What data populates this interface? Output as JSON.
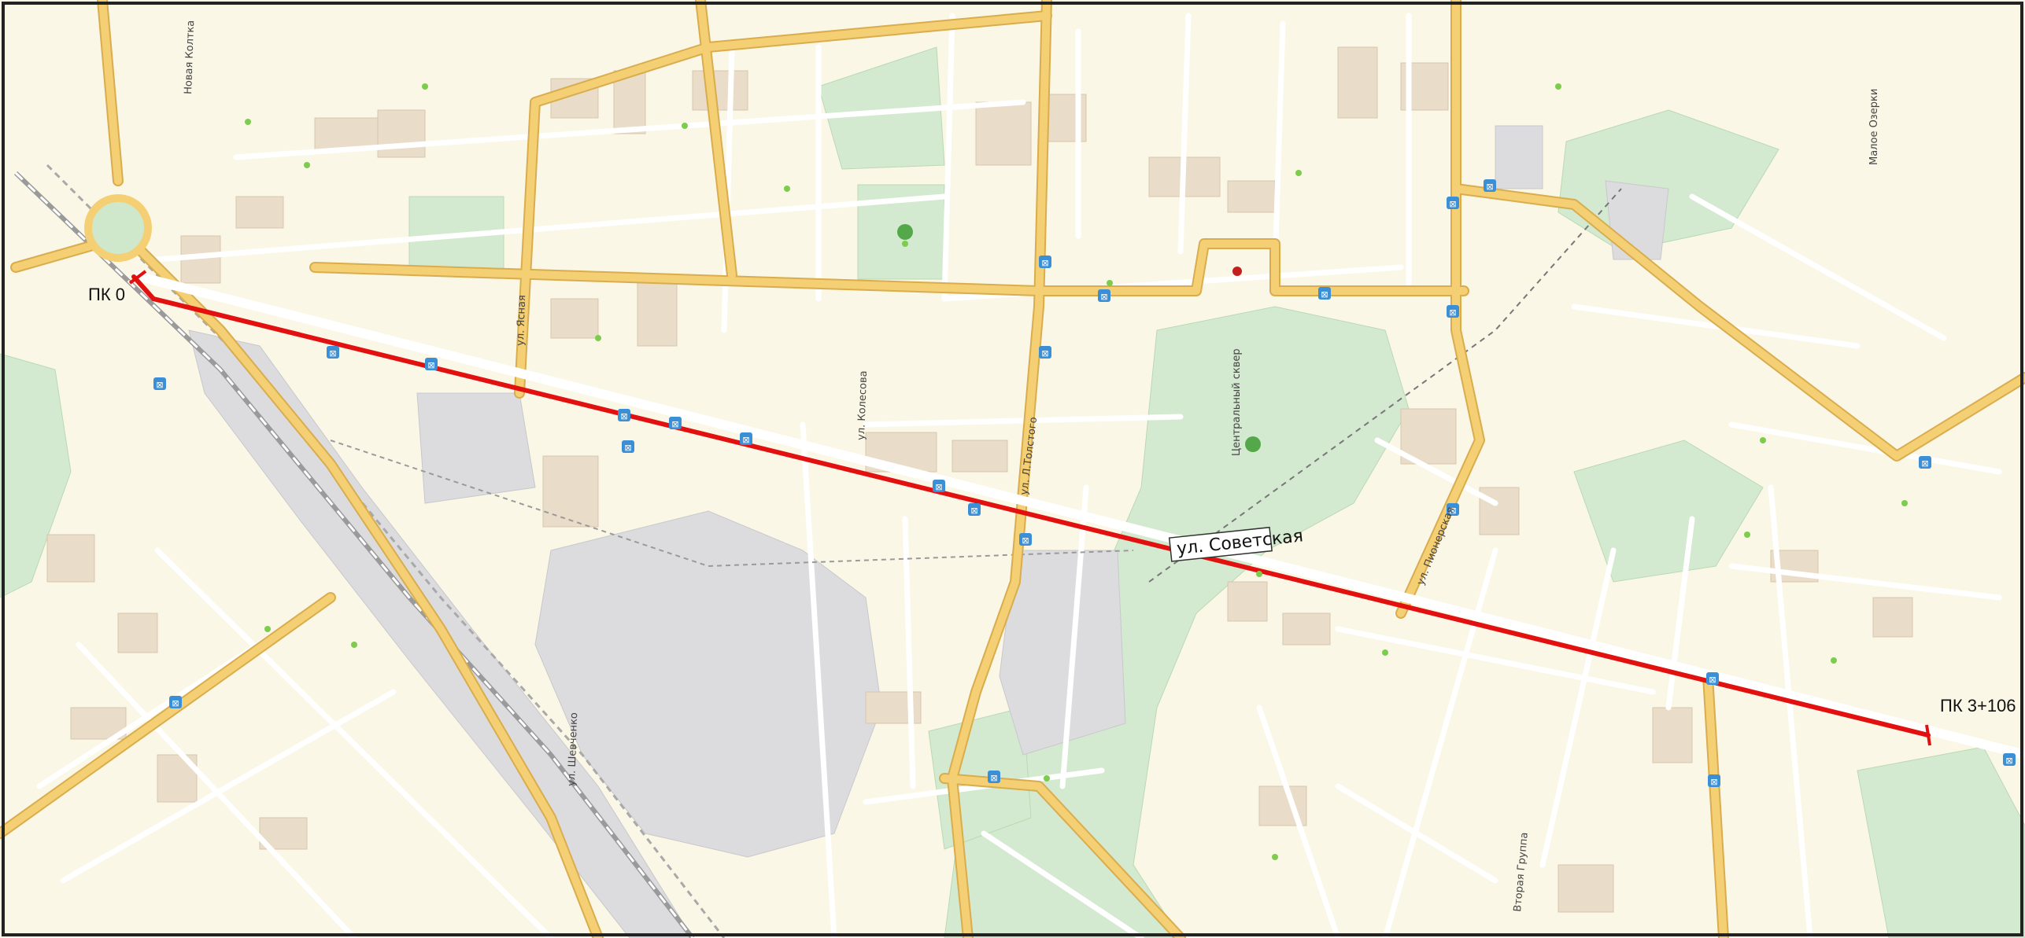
{
  "map": {
    "route_labels": {
      "start": "ПК 0",
      "end": "ПК 3+106",
      "street_callout": "ул. Советская"
    },
    "streets": [
      "ул. Ясная",
      "ул. Колесова",
      "ул. Л.Толстого",
      "ул. Пионерская",
      "Новая Колтка",
      "Вторая Группа",
      "ул. Шевченко"
    ],
    "pois": [
      "Центральный сквер",
      "Малое Озерки"
    ],
    "colors": {
      "route": "#e31010",
      "background": "#fbf7e6",
      "park": "#cfe8cc",
      "building": "#e8d9c4",
      "major_road": "#f4cf74",
      "industrial": "#d9d9dc",
      "bus_stop": "#3a8fd6"
    }
  }
}
